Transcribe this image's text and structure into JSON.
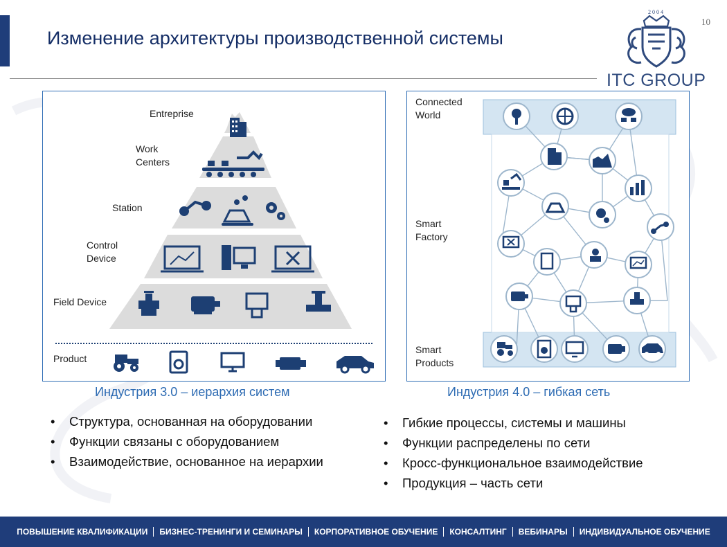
{
  "slide": {
    "title": "Изменение архитектуры производственной системы",
    "page_number": "10"
  },
  "logo": {
    "year": "2004",
    "text": "ITC GROUP"
  },
  "left_panel": {
    "levels": [
      "Entreprise",
      "Work Centers",
      "Station",
      "Control Device",
      "Field Device",
      "Product"
    ],
    "icons": {
      "entreprise": [
        "building-icon"
      ],
      "work_centers": [
        "assembly-line-icon"
      ],
      "station": [
        "robot-arm-icon",
        "conveyor-robot-icon",
        "gears-icon"
      ],
      "control_device": [
        "laptop-chart-icon",
        "desktop-pc-icon",
        "laptop-tools-icon"
      ],
      "field_device": [
        "valve-icon",
        "motor-icon",
        "sensor-panel-icon",
        "pipe-valve-icon"
      ],
      "product": [
        "tractor-icon",
        "washing-machine-icon",
        "monitor-icon",
        "engine-icon",
        "car-icon"
      ]
    },
    "caption": "Индустрия 3.0 – иерархия систем",
    "bullets": [
      "Структура, основанная на оборудовании",
      "Функции связаны с оборудованием",
      "Взаимодействие, основанное на иерархии"
    ]
  },
  "right_panel": {
    "labels": [
      "Connected World",
      "Smart Factory",
      "Smart Products"
    ],
    "icons": {
      "connected_world": [
        "cloud-tree-icon",
        "globe-icon",
        "cloud-network-icon"
      ],
      "smart_products": [
        "tractor-icon",
        "washing-machine-icon",
        "monitor-icon",
        "engine-icon",
        "car-icon"
      ]
    },
    "caption": "Индустрия 4.0 – гибкая сеть",
    "bullets": [
      "Гибкие процессы, системы и машины",
      "Функции распределены по сети",
      "Кросс-функциональное взаимодействие",
      "Продукция – часть сети"
    ]
  },
  "footer": {
    "items": [
      "ПОВЫШЕНИЕ КВАЛИФИКАЦИИ",
      "БИЗНЕС-ТРЕНИНГИ И СЕМИНАРЫ",
      "КОРПОРАТИВНОЕ ОБУЧЕНИЕ",
      "КОНСАЛТИНГ",
      "ВЕБИНАРЫ",
      "ИНДИВИДУАЛЬНОЕ ОБУЧЕНИЕ"
    ]
  },
  "colors": {
    "brand_navy": "#1f3d7a",
    "title": "#152e66",
    "caption_blue": "#2d6bb3",
    "icon_navy": "#1d3f73",
    "panel_blue": "#d4e5f2"
  }
}
